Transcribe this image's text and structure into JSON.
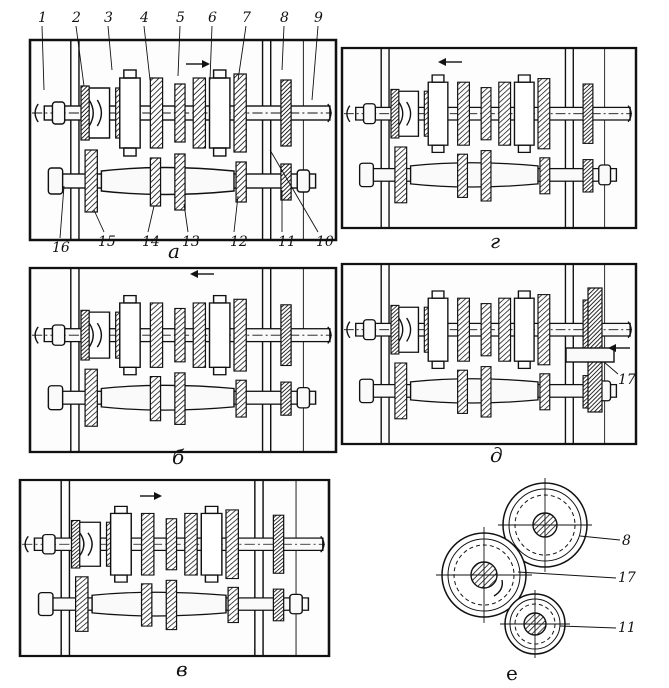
{
  "panels": [
    {
      "id": "a",
      "caption": "а"
    },
    {
      "id": "b",
      "caption": "б"
    },
    {
      "id": "v",
      "caption": "в"
    },
    {
      "id": "g",
      "caption": "г"
    },
    {
      "id": "d",
      "caption": "д"
    },
    {
      "id": "e",
      "caption": "е"
    }
  ],
  "callouts_top": [
    "1",
    "2",
    "3",
    "4",
    "5",
    "6",
    "7",
    "8",
    "9"
  ],
  "callouts_bottom": [
    "16",
    "15",
    "14",
    "13",
    "12",
    "11",
    "10"
  ],
  "callout_17": "17",
  "section_e_labels": {
    "upper": "8",
    "middle": "17",
    "lower": "11"
  }
}
